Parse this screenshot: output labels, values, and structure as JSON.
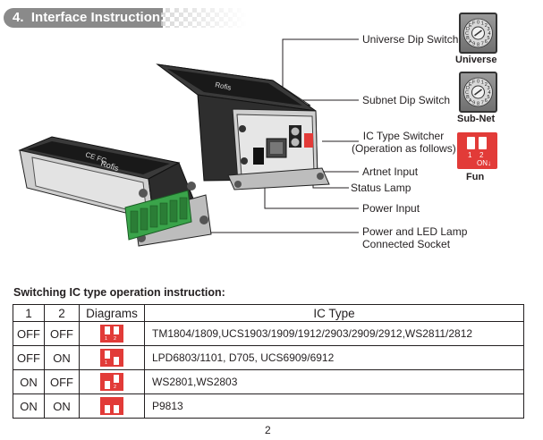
{
  "section_header": {
    "number": "4.",
    "title": "Interface Instruction:"
  },
  "callouts": {
    "universe_dip": "Universe Dip Switch",
    "subnet_dip": "Subnet Dip Switch",
    "ic_switcher_line1": "IC Type Switcher",
    "ic_switcher_line2": "(Operation as follows)",
    "artnet": "Artnet Input",
    "status": "Status Lamp",
    "power": "Power Input",
    "socket_line1": "Power and LED Lamp",
    "socket_line2": "Connected Socket"
  },
  "switch_labels": {
    "universe": "Universe",
    "subnet": "Sub-Net",
    "fun": "Fun",
    "fun_pos1": "1",
    "fun_pos2": "2",
    "fun_on": "ON↓",
    "dial_chars": "0123456789ABCDEF"
  },
  "device_text": {
    "brand": "Rofis",
    "marks": "CE FC"
  },
  "table_title": "Switching IC type operation instruction:",
  "table": {
    "headers": [
      "1",
      "2",
      "Diagrams",
      "IC Type"
    ],
    "rows": [
      {
        "s1": "OFF",
        "s2": "OFF",
        "ic": "TM1804/1809,UCS1903/1909/1912/2903/2909/2912,WS2811/2812"
      },
      {
        "s1": "OFF",
        "s2": "ON",
        "ic": "LPD6803/1101, D705, UCS6909/6912"
      },
      {
        "s1": "ON",
        "s2": "OFF",
        "ic": "WS2801,WS2803"
      },
      {
        "s1": "ON",
        "s2": "ON",
        "ic": "P9813"
      }
    ]
  },
  "page_number": "2",
  "colors": {
    "header_grey": "#8a8a8a",
    "dip_red": "#e23b38",
    "terminal_green": "#3aa44a"
  }
}
